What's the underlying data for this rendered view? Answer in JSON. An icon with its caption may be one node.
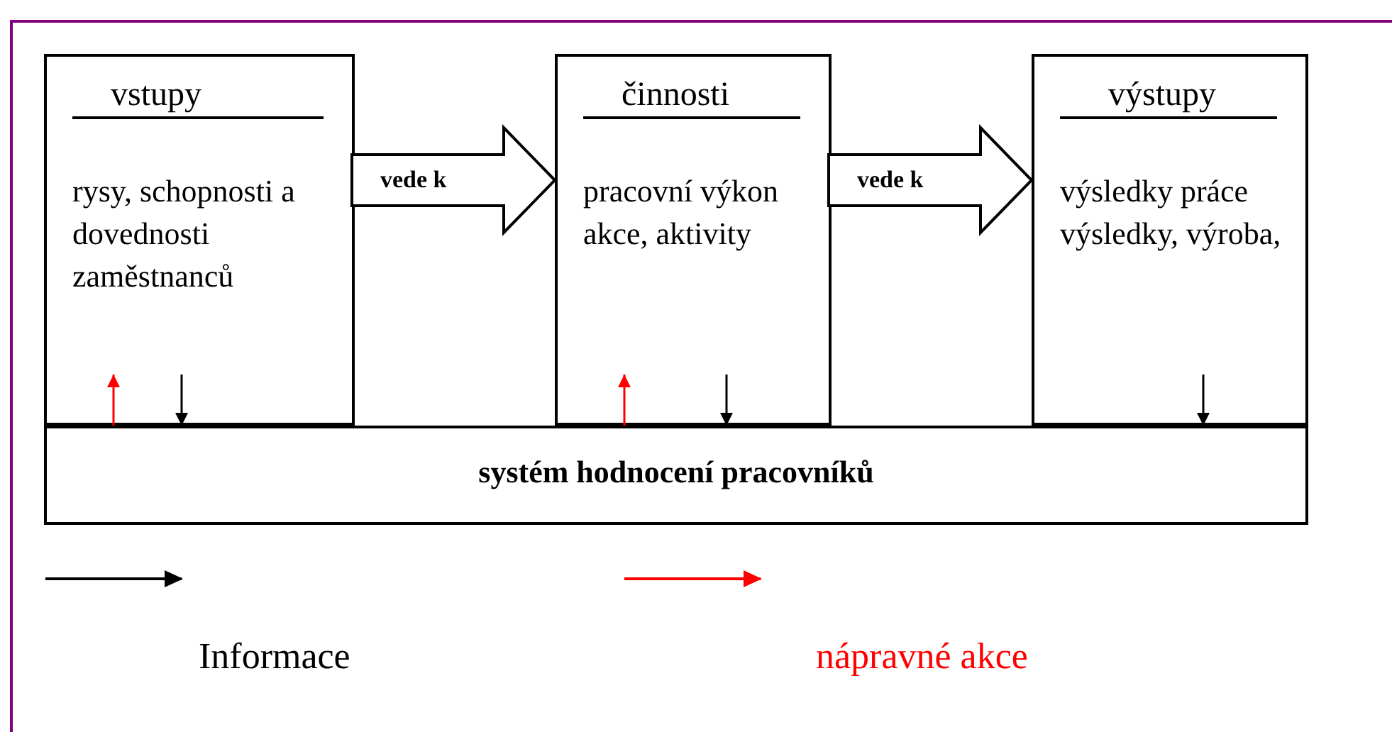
{
  "diagram": {
    "nodes": [
      {
        "text": [
          "vstupy",
          "rysy, schopnosti a dovednosti zaměstnanců"
        ]
      },
      {
        "text": [
          "činnosti",
          "pracovní výkon akce, aktivity"
        ]
      },
      {
        "text": [
          "výstupy",
          "výsledky práce výsledky, výroba,"
        ]
      },
      {
        "text": [
          "systém hodnocení pracovníků"
        ]
      }
    ],
    "edges": [
      {
        "from": 0,
        "to": 1,
        "arrow": "to",
        "label": "vede k",
        "style": "thick"
      },
      {
        "from": 1,
        "to": 2,
        "arrow": "to",
        "label": "vede k",
        "style": "thick"
      },
      {
        "from": 3,
        "to": 0,
        "arrow": "to",
        "color": "#ff0000"
      },
      {
        "from": 0,
        "to": 3,
        "arrow": "to"
      },
      {
        "from": 3,
        "to": 1,
        "arrow": "to",
        "color": "#ff0000"
      },
      {
        "from": 1,
        "to": 3,
        "arrow": "to"
      },
      {
        "from": 2,
        "to": 3,
        "arrow": "to"
      }
    ],
    "legend": [
      {
        "text": "Informace",
        "color": "#000000"
      },
      {
        "text": "nápravné akce",
        "color": "#ff0000"
      }
    ]
  }
}
